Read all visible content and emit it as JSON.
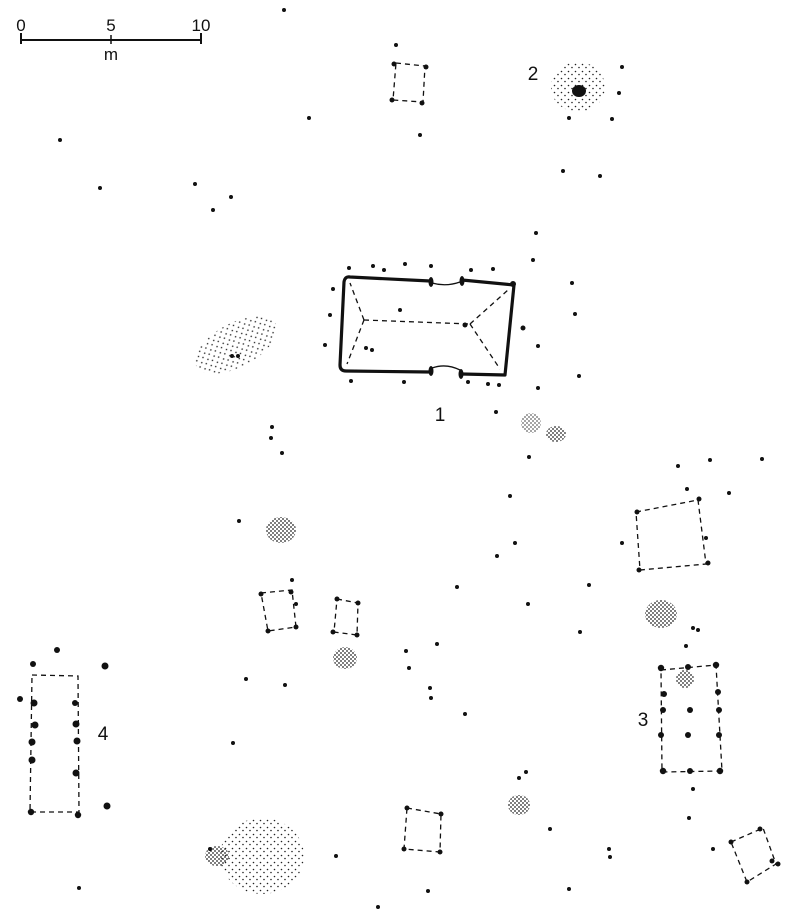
{
  "scale_bar": {
    "tick_labels": [
      "0",
      "5",
      "10"
    ],
    "unit": "m"
  },
  "structures": [
    {
      "id": "building-1",
      "label": "1"
    },
    {
      "id": "feature-2",
      "label": "2"
    },
    {
      "id": "building-3",
      "label": "3"
    },
    {
      "id": "building-4",
      "label": "4"
    }
  ],
  "colors": {
    "ink": "#111111",
    "paper": "#ffffff"
  }
}
